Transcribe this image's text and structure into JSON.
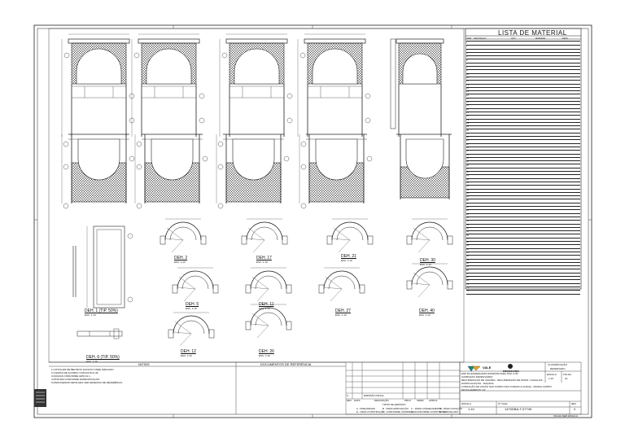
{
  "material_list": {
    "title": "LISTA DE MATERIAL",
    "headers": [
      "ITEM",
      "DESCRIÇÃO",
      "QTD",
      "MATERIAL",
      "PESO"
    ],
    "rows": [
      [
        "1",
        "",
        "",
        "",
        ""
      ],
      [
        "2",
        "",
        "",
        "",
        ""
      ],
      [
        "3",
        "",
        "",
        "",
        ""
      ],
      [
        "4",
        "",
        "",
        "",
        ""
      ],
      [
        "5",
        "",
        "",
        "",
        ""
      ],
      [
        "6",
        "",
        "",
        "",
        ""
      ],
      [
        "7",
        "",
        "",
        "",
        ""
      ],
      [
        "8",
        "",
        "",
        "",
        ""
      ],
      [
        "9",
        "",
        "",
        "",
        ""
      ],
      [
        "10",
        "",
        "",
        "",
        ""
      ],
      [
        "11",
        "",
        "",
        "",
        ""
      ],
      [
        "12",
        "",
        "",
        "",
        ""
      ],
      [
        "13",
        "",
        "",
        "",
        ""
      ],
      [
        "14",
        "",
        "",
        "",
        ""
      ],
      [
        "15",
        "",
        "",
        "",
        ""
      ],
      [
        "16",
        "",
        "",
        "",
        ""
      ],
      [
        "17",
        "",
        "",
        "",
        ""
      ],
      [
        "18",
        "",
        "",
        "",
        ""
      ],
      [
        "19",
        "",
        "",
        "",
        ""
      ],
      [
        "20",
        "",
        "",
        "",
        ""
      ],
      [
        "21",
        "",
        "",
        "",
        ""
      ],
      [
        "22",
        "",
        "",
        "",
        ""
      ],
      [
        "23",
        "",
        "",
        "",
        ""
      ],
      [
        "24",
        "",
        "",
        "",
        ""
      ],
      [
        "25",
        "",
        "",
        "",
        ""
      ],
      [
        "26",
        "",
        "",
        "",
        ""
      ],
      [
        "27",
        "",
        "",
        "",
        ""
      ],
      [
        "28",
        "",
        "",
        "",
        ""
      ],
      [
        "29",
        "",
        "",
        "",
        ""
      ],
      [
        "30",
        "",
        "",
        "",
        ""
      ],
      [
        "31",
        "",
        "",
        "",
        ""
      ],
      [
        "32",
        "",
        "",
        "",
        ""
      ],
      [
        "33",
        "",
        "",
        "",
        ""
      ],
      [
        "34",
        "",
        "",
        "",
        ""
      ],
      [
        "35",
        "",
        "",
        "",
        ""
      ],
      [
        "36",
        "",
        "",
        "",
        ""
      ],
      [
        "37",
        "",
        "",
        "",
        ""
      ],
      [
        "38",
        "",
        "",
        "",
        ""
      ],
      [
        "39",
        "",
        "",
        "",
        ""
      ],
      [
        "40",
        "",
        "",
        "",
        ""
      ],
      [
        "41",
        "",
        "",
        "",
        ""
      ],
      [
        "42",
        "",
        "",
        "",
        ""
      ],
      [
        "43",
        "",
        "",
        "",
        ""
      ],
      [
        "44",
        "",
        "",
        "",
        ""
      ],
      [
        "45",
        "",
        "",
        "",
        ""
      ],
      [
        "46",
        "",
        "",
        "",
        ""
      ],
      [
        "47",
        "",
        "",
        "",
        ""
      ],
      [
        "48",
        "",
        "",
        "",
        ""
      ],
      [
        "49",
        "",
        "",
        "",
        ""
      ],
      [
        "50",
        "",
        "",
        "",
        ""
      ],
      [
        "51",
        "",
        "",
        "",
        ""
      ],
      [
        "52",
        "",
        "",
        "",
        ""
      ],
      [
        "53",
        "",
        "",
        "",
        ""
      ],
      [
        "54",
        "",
        "",
        "",
        ""
      ],
      [
        "55",
        "",
        "",
        "",
        ""
      ],
      [
        "56",
        "",
        "",
        "",
        ""
      ],
      [
        "57",
        "",
        "",
        "",
        ""
      ],
      [
        "58",
        "",
        "",
        "",
        ""
      ],
      [
        "59",
        "",
        "",
        "",
        ""
      ],
      [
        "60",
        "",
        "",
        "",
        ""
      ],
      [
        "61",
        "",
        "",
        "",
        ""
      ],
      [
        "62",
        "",
        "",
        "",
        ""
      ],
      [
        "63",
        "",
        "",
        "",
        ""
      ],
      [
        "64",
        "",
        "",
        "",
        ""
      ],
      [
        "65",
        "",
        "",
        "",
        ""
      ],
      [
        "66",
        "",
        "",
        "",
        ""
      ],
      [
        "67",
        "",
        "",
        "",
        ""
      ],
      [
        "68",
        "",
        "",
        "",
        ""
      ],
      [
        "69",
        "",
        "",
        "",
        ""
      ],
      [
        "70",
        "",
        "",
        "",
        ""
      ],
      [
        "71",
        "",
        "",
        "",
        ""
      ],
      [
        "72",
        "",
        "",
        "",
        ""
      ]
    ]
  },
  "detail_labels": [
    {
      "title": "DEH. 2",
      "scale": "ESC. 1:10"
    },
    {
      "title": "DEH. 17",
      "scale": "ESC. 1:10"
    },
    {
      "title": "DEH. 21",
      "scale": "ESC. 1:10"
    },
    {
      "title": "DEH. 30",
      "scale": "ESC. 1:10"
    },
    {
      "title": "DEH. 5",
      "scale": "ESC. 1:10"
    },
    {
      "title": "DEH. 11",
      "scale": "ESC. 1:10"
    },
    {
      "title": "DEH. 27",
      "scale": "ESC. 1:10"
    },
    {
      "title": "DEH. 40",
      "scale": "ESC. 1:10"
    },
    {
      "title": "DEH. 12",
      "scale": "ESC. 1:10"
    },
    {
      "title": "DEH. 26",
      "scale": "ESC. 1:10"
    },
    {
      "title": "DEH. 1 (TIP. 50%)",
      "scale": "ESC. 1:10"
    },
    {
      "title": "DEH. 6 (TIP. 50%)",
      "scale": "ESC. 1:10"
    }
  ],
  "notes": {
    "heading": "NOTAS",
    "lines": [
      "1-COTAS EM MILÍMETROS, EXCETO ONDE INDICADO.",
      "2-CHAPAS DE ACORDO COM ASTM A-36.",
      "3-SOLDAS CONFORME AWS D1.1.",
      "4-PINTURA CONFORME ESPECIFICAÇÃO.",
      "5-PARA DEMAIS DETALHES VER DESENHO DE REFERÊNCIA."
    ]
  },
  "references": {
    "heading": "DOCUMENTOS DE REFERÊNCIA"
  },
  "title_block": {
    "logo_text": "VALE",
    "company": "ENGENHARIA",
    "designation_label": "CLASSIFICAÇÃO",
    "designation_value": "RESERVADO",
    "description_lines": [
      "ESP DA ENGENHARIA SUDESTE PARA SÃO LUÍS",
      "COMPLEXO FERROVIÁRIO",
      "RECUPERAÇÃO DE VAGÕES - RECUPERAÇÃO DE PISOS / CHAGUAS",
      "HOMOLOGAÇÃO - MAÇANA",
      "FUNDAÇÃO DE VAGÃO NAS FUNDO DAS CURVAS & CHAGA - MANSA CORPO",
      "DETALHAMENTO 1/2"
    ],
    "scale_label": "ESCALA",
    "scale_value": "1:10",
    "format_label": "FOLHA",
    "format_value": "A1",
    "drawing_label": "Nº VALE",
    "drawing_number": "1470DBA-T-07745",
    "rev_label": "REV",
    "rev_value": "0",
    "footer_text": "FOLHA SEM ESCALA"
  },
  "revisions": {
    "headers": [
      "REV",
      "DATA",
      "DESCRIÇÃO",
      "PROJ",
      "VERIF",
      "APROV"
    ],
    "row": [
      "0",
      "",
      "EMISSÃO INICIAL",
      "",
      "",
      ""
    ],
    "types_heading": "TIPOS DE EMISSÃO",
    "types": [
      "A - PRELIMINAR",
      "B - PARA APROVAÇÃO",
      "C - PARA CONHECIMENTO",
      "D - PARA COTAÇÃO",
      "E - PARA CONSTRUÇÃO",
      "F - CONFORME COMPRADO",
      "G - CONFORME CONSTRUÍDO",
      "H - CANCELADO"
    ]
  }
}
